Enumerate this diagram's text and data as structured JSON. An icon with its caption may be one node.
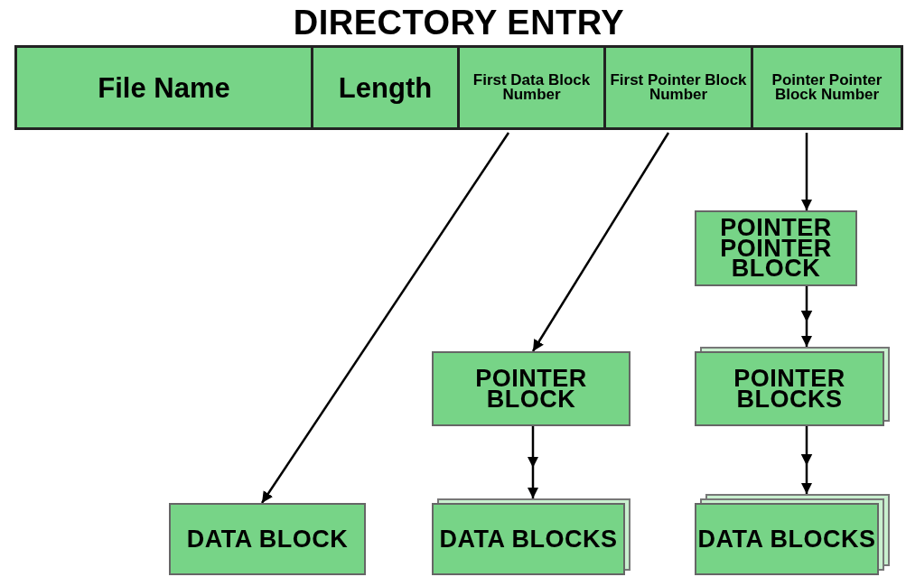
{
  "diagram": {
    "nodes": [
      {
        "text": [
          "DIRECTORY ENTRY"
        ]
      },
      {
        "text": [
          "File Name"
        ],
        "in": 0
      },
      {
        "text": [
          "Length"
        ],
        "in": 0
      },
      {
        "text": [
          "First Data Block Number"
        ],
        "in": 0
      },
      {
        "text": [
          "First Pointer Block Number"
        ],
        "in": 0
      },
      {
        "text": [
          "Pointer Pointer Block Number"
        ],
        "in": 0
      },
      {
        "text": [
          "POINTER POINTER BLOCK"
        ]
      },
      {
        "text": [
          "POINTER BLOCK"
        ]
      },
      {
        "text": [
          "POINTER BLOCKS"
        ]
      },
      {
        "text": [
          "DATA BLOCK"
        ]
      },
      {
        "text": [
          "DATA BLOCKS"
        ]
      },
      {
        "text": [
          "DATA BLOCKS"
        ]
      }
    ],
    "edges": [
      {
        "from": 3,
        "to": 9,
        "arrow": "to"
      },
      {
        "from": 4,
        "to": 7,
        "arrow": "to"
      },
      {
        "from": 5,
        "to": 6,
        "arrow": "to"
      },
      {
        "from": 6,
        "to": 8,
        "arrow": "to"
      },
      {
        "from": 7,
        "to": 10,
        "arrow": "to"
      },
      {
        "from": 8,
        "to": 11,
        "arrow": "to"
      }
    ]
  }
}
